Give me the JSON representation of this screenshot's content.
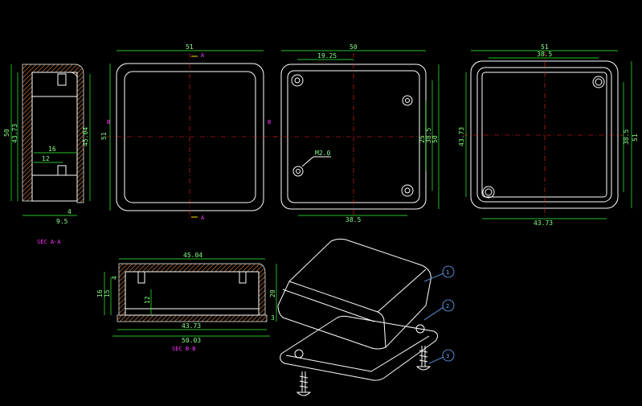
{
  "views": {
    "section_a": {
      "title": "SEC A-A",
      "dims": [
        "50",
        "43.73",
        "45.04",
        "16",
        "12",
        "4",
        "9.5"
      ]
    },
    "top": {
      "dims": [
        "51",
        "51"
      ],
      "markers": [
        "A",
        "A",
        "B",
        "B"
      ]
    },
    "inner": {
      "dims": [
        "50",
        "19.25",
        "38.5",
        "25",
        "38.5",
        "50"
      ],
      "note": "M2.0"
    },
    "bottom": {
      "dims": [
        "51",
        "38.5",
        "43.73",
        "43.73",
        "38.5",
        "51"
      ]
    },
    "section_b": {
      "title": "SEC B-B",
      "dims": [
        "45.04",
        "4",
        "16",
        "15",
        "12",
        "43.73",
        "50.03",
        "20",
        "3"
      ]
    },
    "iso": {
      "callouts": [
        "1",
        "2",
        "3"
      ]
    }
  },
  "colors": {
    "outline": "#ffffff",
    "dimension": "#33ff33",
    "centerline": "#ff2222",
    "label": "#ff33ff",
    "callout": "#66aaff",
    "hatch": "#c8783c"
  }
}
